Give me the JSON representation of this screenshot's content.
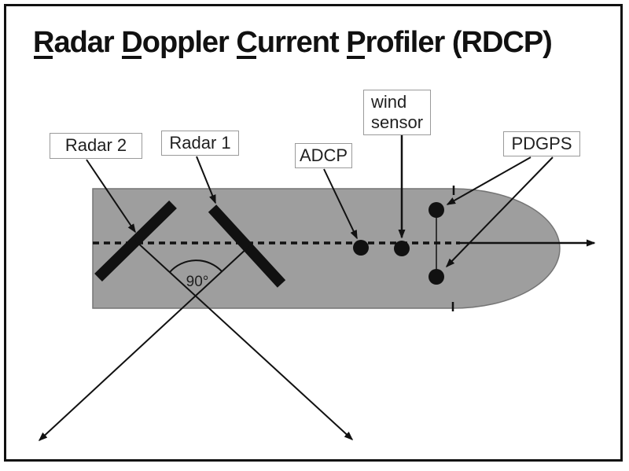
{
  "title": {
    "text": "Radar Doppler Current Profiler (RDCP)",
    "segments": [
      {
        "t": "R",
        "u": true
      },
      {
        "t": "adar ",
        "u": false
      },
      {
        "t": "D",
        "u": true
      },
      {
        "t": "oppler ",
        "u": false
      },
      {
        "t": "C",
        "u": true
      },
      {
        "t": "urrent ",
        "u": false
      },
      {
        "t": "P",
        "u": true
      },
      {
        "t": "rofiler (RDCP)",
        "u": false
      }
    ]
  },
  "labels": {
    "radar2": "Radar 2",
    "radar1": "Radar 1",
    "adcp": "ADCP",
    "wind_sensor_lines": [
      "wind",
      "sensor"
    ],
    "pdgps": "PDGPS"
  },
  "annotations": {
    "angle": "90°"
  },
  "colors": {
    "ink": "#111111",
    "ship_fill": "#9e9e9e",
    "ship_stroke": "#757575",
    "box_border": "#9a9a9a"
  }
}
